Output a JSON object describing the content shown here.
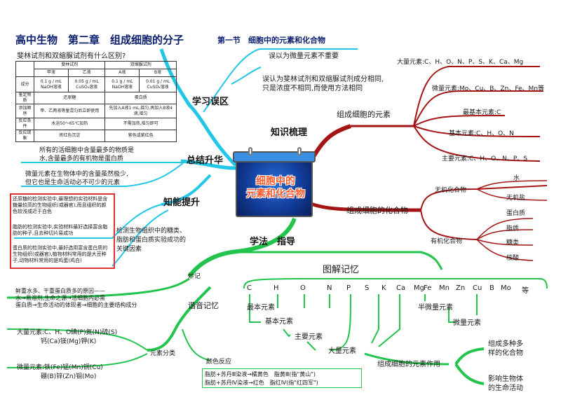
{
  "header": {
    "title": "高中生物　第二章　组成细胞的分子",
    "section": "第一节　细胞中的元素和化合物"
  },
  "center": {
    "line1": "细胞中的",
    "line2": "元素和化合物"
  },
  "branches": {
    "knowledge": "知识梳理",
    "summary": "总结升华",
    "method": "学法　指导",
    "mistakes": "学习误区",
    "ability": "知能提升"
  },
  "mistakes": {
    "question": "斐林试剂和双缩脲试剂有什么区别?",
    "m1": "误以为微量元素不重要",
    "m2a": "误认为斐林试剂和双缩脲试剂成分相同,",
    "m2b": "只是浓度不相同,而使用方法相同"
  },
  "table": {
    "h_fehling": "斐林试剂",
    "h_biuret": "双缩脲试剂",
    "h_jia": "甲液",
    "h_yi": "乙液",
    "h_a": "A液",
    "h_b": "B液",
    "r_comp": "成分",
    "c1": "0.1 g / mL NaOH溶液",
    "c2": "0.05 g / mL CuSO₄溶液",
    "c3": "0.1 g / mL NaOH溶液",
    "c4": "0.01 g / mL CuSO₄溶液",
    "r_obj": "鉴定物质",
    "o1": "还原糖",
    "o2": "蛋白质",
    "r_order": "添加顺序",
    "order1": "甲、乙两液等量混匀后立即使用",
    "order2": "先加入A液1 mL,摇匀,再加入B液4滴,摇匀",
    "r_cond": "反应条件",
    "cond1": "水浴50～65℃加热",
    "cond2": "不需加热,摇匀即可",
    "r_phen": "反应现象",
    "ph1": "砖红色沉淀",
    "ph2": "紫色或紫红色"
  },
  "summary": {
    "s1a": "所有的活细胞中含量最多的物质是",
    "s1b": "水,含量最多的有机物是蛋白质",
    "s2a": "微量元素在生物体中的含量虽然极少,",
    "s2b": "但它也是生命活动必不可少的元素"
  },
  "ability": {
    "a1": "还原糖的检测实验中,最理想的实验材料是含糖量较高的生物组织(或器官),而且组织的颜色较浅或近于白色",
    "a2": "脂肪的检测实验中,实验材料最好选择富含脂肪的种子,且去种切片易成功",
    "a3": "蛋白质的检测实验中,最好选用富含蛋白质的生物组织(或器官),植物材料常用的是大豆种子,动物材料常用的是鸡蛋(鸡白)",
    "a4": "检测生物组织中的糖类、脂肪和蛋白质实验成功的关键因素"
  },
  "knowledge": {
    "elements": "组成细胞的元素",
    "compounds": "组成细胞的化合物",
    "major": "大量元素:C、H、O、N、P、S、K、Ca、Mg",
    "trace": "微量元素:Mo、Cu、B、Zn、Fe、Mn等",
    "most_basic": "最基本元素:C",
    "basic": "基本元素:C、H、O、N",
    "main": "主要元素:C、H、O、N、P、S",
    "inorganic": "无机化合物",
    "water": "水",
    "salt": "无机盐",
    "organic": "有机化合物",
    "protein": "蛋白质",
    "lipid": "脂质",
    "sugar": "糖类",
    "nucleic": "核酸"
  },
  "method": {
    "memory": "妙记",
    "memory_text_1": "鲜重水多、干重蛋白质多的原因——",
    "memory_text_2": "水→易溶剂,生命之源→活细胞内必需",
    "memory_text_3": "蛋白质→生命活动的体现者→细胞的主要结构成分",
    "homophone": "谐音记忆",
    "classify": "元素分类",
    "major_mem_1": "大量元素:C、H、O碘(P)氮(N)硫(S)",
    "major_mem_2": "钙(Ca)镁(Mg)钾(K)",
    "trace_mem_1": "微量元素:铁(Fe)锰(Mn)铜(Cu)",
    "trace_mem_2": "硼(B)锌(Zn)钼(Mo)",
    "color": "颜色反应",
    "color_1": "脂肪+苏丹Ⅲ染液→橘黄色　脂黄Ⅲ(指\"黄山\")",
    "color_2": "脂肪+苏丹Ⅳ染液→红色　脂红Ⅳ(指\"红四军\")"
  },
  "diagram": {
    "title": "图解记忆",
    "symbols": [
      "C",
      "H",
      "O",
      "N",
      "P",
      "S",
      "K",
      "Ca",
      "Mg",
      "Fe",
      "Mn",
      "Zn",
      "Cu",
      "B",
      "Mo",
      "等"
    ],
    "major": "最本元素",
    "basic": "基本元素",
    "main": "主要元素",
    "large": "大量元素",
    "half_trace": "半微量元素",
    "trace": "微量元素",
    "role": "组成细胞的元素作用",
    "role1a": "组成多种多",
    "role1b": "样的化合物",
    "role2a": "影响生物体",
    "role2b": "的生命活动"
  }
}
